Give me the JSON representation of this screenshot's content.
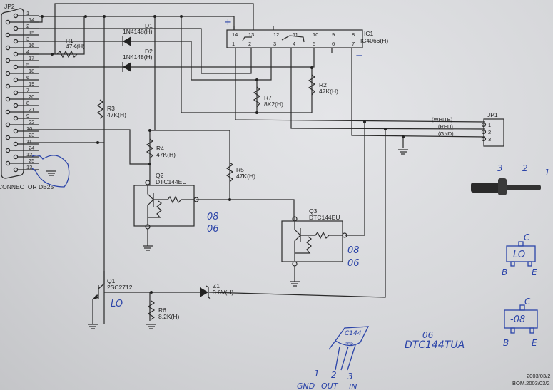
{
  "connector": {
    "ref": "JP2",
    "name": "CONNECTOR DB25",
    "pins": [
      "1",
      "14",
      "2",
      "15",
      "3",
      "16",
      "4",
      "17",
      "5",
      "18",
      "6",
      "19",
      "7",
      "20",
      "8",
      "21",
      "9",
      "22",
      "10",
      "23",
      "11",
      "24",
      "12",
      "25",
      "13"
    ]
  },
  "components": {
    "r1": {
      "ref": "R1",
      "value": "47K(H)"
    },
    "r2": {
      "ref": "R2",
      "value": "47K(H)"
    },
    "r3": {
      "ref": "R3",
      "value": "47K(H)"
    },
    "r4": {
      "ref": "R4",
      "value": "47K(H)"
    },
    "r5": {
      "ref": "R5",
      "value": "47K(H)"
    },
    "r6": {
      "ref": "R6",
      "value": "8.2K(H)"
    },
    "r7": {
      "ref": "R7",
      "value": "8K2(H)"
    },
    "d1": {
      "ref": "D1",
      "value": "1N4148(H)"
    },
    "d2": {
      "ref": "D2",
      "value": "1N4148(H)"
    },
    "z1": {
      "ref": "Z1",
      "value": "3.6V(H)"
    },
    "q1": {
      "ref": "Q1",
      "value": "2SC2712"
    },
    "q2": {
      "ref": "Q2",
      "value": "DTC144EU"
    },
    "q3": {
      "ref": "Q3",
      "value": "DTC144EU"
    },
    "ic1": {
      "ref": "IC1",
      "value": "IC4066(H)",
      "plus": "+",
      "minus": "−",
      "top_pins": [
        "14",
        "13",
        "12",
        "11",
        "10",
        "9",
        "8"
      ],
      "bottom_pins": [
        "1",
        "2",
        "3",
        "4",
        "5",
        "6",
        "7"
      ]
    }
  },
  "jp1": {
    "ref": "JP1",
    "pins": [
      "1",
      "2",
      "3"
    ],
    "wires": [
      "(WHITE)",
      "(RED)",
      "(GND)"
    ]
  },
  "handwritten": {
    "q2_marks": [
      "08",
      "06"
    ],
    "q3_marks": [
      "08",
      "06"
    ],
    "q1_mark": "LO",
    "jack_pins": [
      "3",
      "2",
      "1"
    ],
    "sot_lo": {
      "c": "C",
      "mark": "LO",
      "b": "B",
      "e": "E"
    },
    "sot_08": {
      "c": "C",
      "mark": "-08",
      "b": "B",
      "e": "E"
    },
    "dtc_code": "06",
    "dtc_part": "DTC144TUA",
    "to92_top": "C144",
    "to92_face": "T3",
    "to92_pin_numbers": [
      "1",
      "2",
      "3"
    ],
    "to92_pin_names": [
      "GND",
      "OUT",
      "IN"
    ]
  },
  "footer": {
    "date": "2003/03/2",
    "bom": "BOM.2003/03/2"
  }
}
